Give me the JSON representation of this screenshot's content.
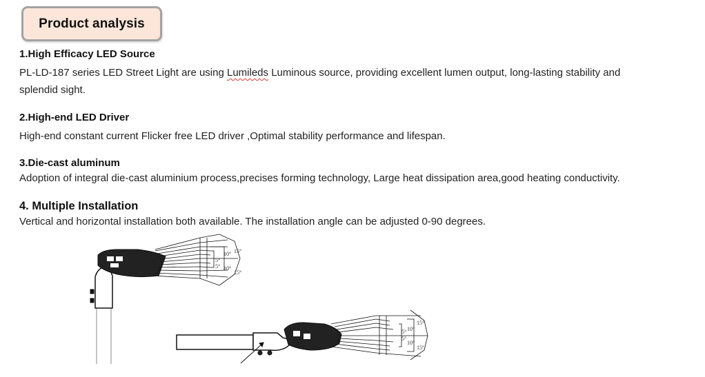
{
  "header": {
    "title": "Product analysis"
  },
  "sections": [
    {
      "heading": "1.High Efficacy LED Source",
      "body_pre": "PL-LD-187 series LED Street Light are using ",
      "body_flagged": "Lumileds",
      "body_post": " Luminous source, providing excellent lumen output, long-lasting stability and",
      "body_line2": "splendid sight."
    },
    {
      "heading": "2.High-end LED Driver",
      "body": "High-end constant current Flicker free LED driver ,Optimal stability performance and lifespan."
    },
    {
      "heading": "3.Die-cast aluminum",
      "body": "Adoption of integral die-cast aluminium process,precises forming technology, Large heat dissipation area,good heating conductivity."
    },
    {
      "heading": "4. Multiple Installation",
      "body": "Vertical and horizontal installation both available. The installation angle can be adjusted 0-90 degrees."
    }
  ],
  "diagram": {
    "angle_labels": [
      "5°",
      "10°",
      "15°"
    ],
    "vertical_label_5": "5°",
    "vertical_label_10": "10°",
    "vertical_label_15": "15°",
    "horizontal_label_5": "5°",
    "horizontal_label_10": "10°",
    "horizontal_label_15": "15°"
  }
}
